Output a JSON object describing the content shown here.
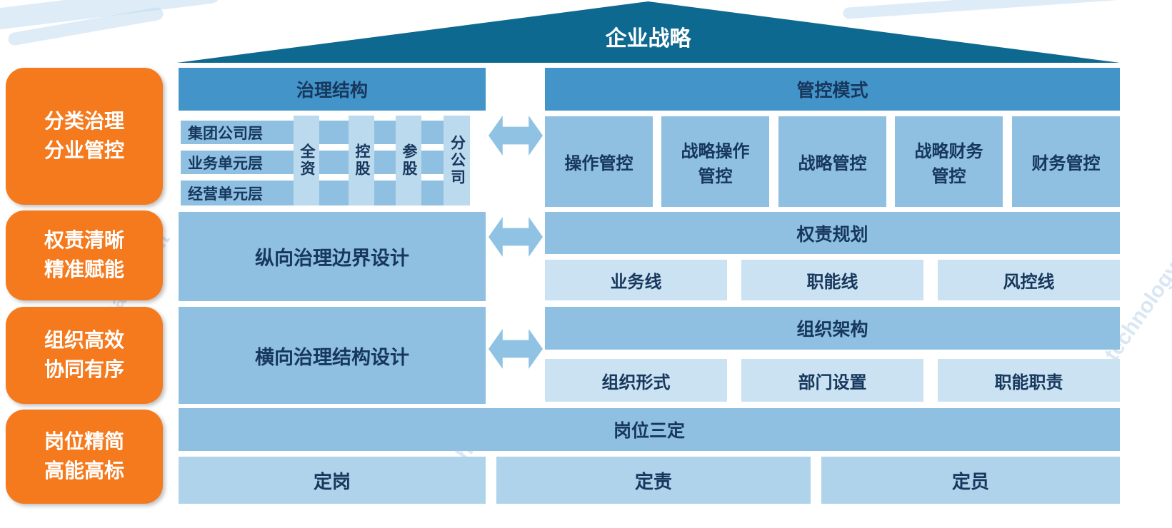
{
  "colors": {
    "roof": "#0E6990",
    "pillar_orange": "#F5791D",
    "header_blue": "#4394C9",
    "mid_blue": "#8FC0E2",
    "strip_blue": "#BCDAEE",
    "light_blue": "#CBE2F2",
    "bottom_box_blue": "#AFD3EB",
    "arrow_blue": "#8FC2E3",
    "text_navy": "#17375D",
    "text_white": "#FFFFFF"
  },
  "roof": {
    "title": "企业战略"
  },
  "pillars": [
    {
      "label": "分类治理\n分业管控"
    },
    {
      "label": "权责清晰\n精准赋能"
    },
    {
      "label": "组织高效\n协同有序"
    },
    {
      "label": "岗位精简\n高能高标"
    }
  ],
  "row1": {
    "left_header": "治理结构",
    "levels": [
      "集团公司层",
      "业务单元层",
      "经营单元层"
    ],
    "ownership": [
      "全资",
      "控股",
      "参股",
      "分公司"
    ],
    "right_header": "管控模式",
    "modes": [
      "操作管控",
      "战略操作\n管控",
      "战略管控",
      "战略财务\n管控",
      "财务管控"
    ]
  },
  "row2": {
    "left": "纵向治理边界设计",
    "right_header": "权责规划",
    "items": [
      "业务线",
      "职能线",
      "风控线"
    ]
  },
  "row3": {
    "left": "横向治理结构设计",
    "right_header": "组织架构",
    "items": [
      "组织形式",
      "部门设置",
      "职能职责"
    ]
  },
  "row4": {
    "header": "岗位三定",
    "items": [
      "定岗",
      "定责",
      "定员"
    ]
  },
  "watermark": {
    "items": [
      "nagement",
      "technology",
      "techno"
    ]
  }
}
